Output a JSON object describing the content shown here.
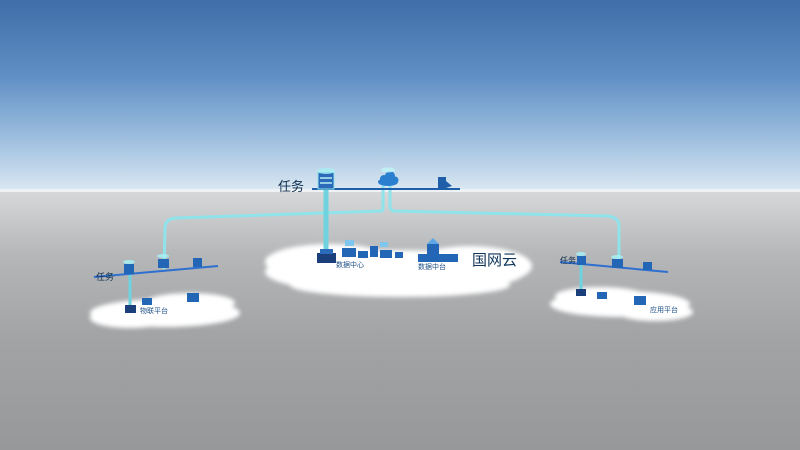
{
  "scene": {
    "task_label_main": "任务",
    "task_label_left": "任务",
    "task_label_right": "任务",
    "cloud_caption": "国网云",
    "small_labels": [
      "数据中心",
      "数据中台",
      "物联平台",
      "应用平台"
    ]
  },
  "colors": {
    "sky_top": "#3f6ea8",
    "sky_horizon": "#dbe8f2",
    "ground": "#a2a4a6",
    "link_cyan": "#8fe3ea",
    "platform_white": "#ffffff",
    "device_blue": "#1f5ea8"
  },
  "icons": [
    "server-icon",
    "cloud-icon",
    "satellite-icon",
    "monitor-icon"
  ]
}
